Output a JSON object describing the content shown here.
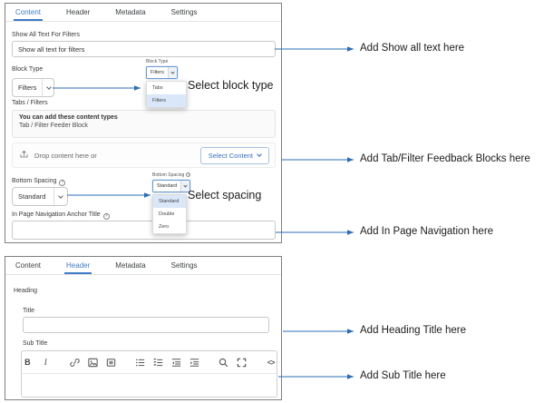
{
  "colors": {
    "accent": "#2b6cb5",
    "tab_active": "#3e7cc7",
    "highlight_row": "#d9e7f8",
    "link_blue": "#3a6fbe"
  },
  "top_panel": {
    "tabs": [
      "Content",
      "Header",
      "Metadata",
      "Settings"
    ],
    "show_all_text_label": "Show All Text For Filters",
    "show_all_text_value": "Show all text for filters",
    "block_type_label": "Block Type",
    "block_type_value": "Filters",
    "tabs_filters_label": "Tabs / Filters",
    "content_types_heading": "You can add these content types",
    "content_types_item": "Tab / Filter Feeder Block",
    "drop_text": "Drop content here or",
    "select_content_label": "Select Content",
    "bottom_spacing_label": "Bottom Spacing",
    "bottom_spacing_value": "Standard",
    "in_page_nav_label": "In Page Navigation Anchor Title",
    "in_page_nav_value": ""
  },
  "block_type_popup": {
    "label": "Block Type",
    "value": "Filters",
    "options": [
      "Tabs",
      "Filters"
    ],
    "selected": "Filters"
  },
  "spacing_popup": {
    "label": "Bottom Spacing",
    "value": "Standard",
    "options": [
      "Standard",
      "Double",
      "Zero"
    ],
    "selected": "Standard"
  },
  "bottom_panel": {
    "tabs": [
      "Content",
      "Header",
      "Metadata",
      "Settings"
    ],
    "heading_label": "Heading",
    "title_label": "Title",
    "title_value": "",
    "sub_title_label": "Sub Title",
    "toolbar_glyphs": {
      "bold": "B",
      "italic": "I",
      "code": "<>"
    },
    "toolbar_icons": [
      "bold",
      "italic",
      "link",
      "image",
      "media",
      "bullet-list",
      "numbered-list",
      "outdent",
      "indent",
      "search",
      "fullscreen",
      "code"
    ]
  },
  "annotations": {
    "select_block_type": "Select block type",
    "select_spacing": "Select spacing",
    "add_show_all_text": "Add Show all text here",
    "add_tab_filter_blocks": "Add Tab/Filter Feedback Blocks here",
    "add_in_page_nav": "Add In Page Navigation here",
    "add_heading_title": "Add Heading Title here",
    "add_sub_title": "Add Sub Title here"
  },
  "icons": {
    "help": "?"
  }
}
